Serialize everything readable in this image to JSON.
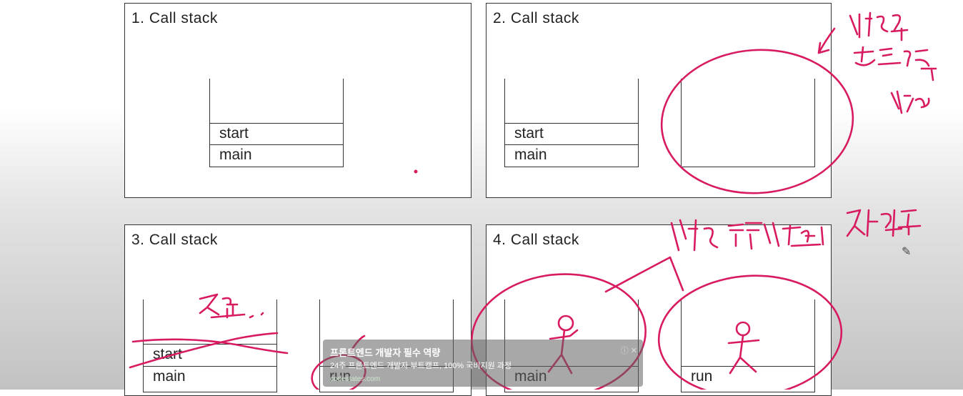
{
  "panels": [
    {
      "title": "1. Call stack",
      "stacks": [
        {
          "frames": [
            "start",
            "main"
          ]
        }
      ]
    },
    {
      "title": "2. Call stack",
      "stacks": [
        {
          "frames": [
            "start",
            "main"
          ]
        },
        {
          "frames": []
        }
      ]
    },
    {
      "title": "3. Call stack",
      "stacks": [
        {
          "frames": [
            "start",
            "main"
          ]
        },
        {
          "frames": [
            "run"
          ]
        }
      ]
    },
    {
      "title": "4. Call stack",
      "stacks": [
        {
          "frames": [
            "main"
          ]
        },
        {
          "frames": [
            "run"
          ]
        }
      ]
    }
  ],
  "ad": {
    "title": "프론트엔드 개발자 필수 역량",
    "description": "24주 프론트엔드 개발자 부트캠프, 100% 국비지원 과정",
    "url": "codestates.com",
    "info_icon": "info-icon",
    "close_icon": "close-icon"
  },
  "annotations": {
    "note_new_stack": "새로운 호출스택 생성",
    "note_independent": "서로 독립적으로",
    "note_work": "작업수",
    "note_end": "종료."
  },
  "colors": {
    "ink": "#d81b60",
    "panel_border": "#333333",
    "ad_background": "#606060"
  },
  "cursor_icon": "pencil-cursor-icon"
}
